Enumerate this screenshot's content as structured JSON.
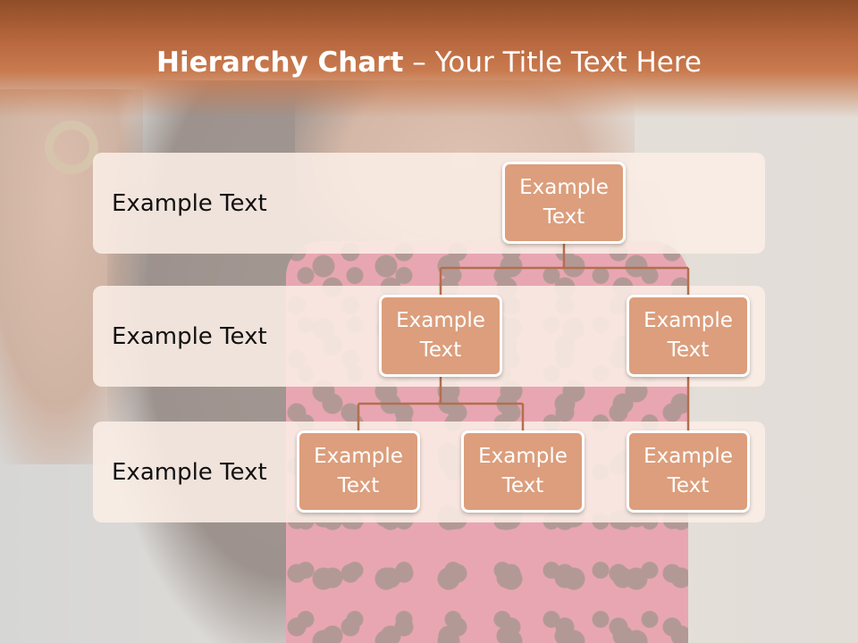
{
  "title": {
    "bold": "Hierarchy Chart",
    "rest": " – Your Title Text Here"
  },
  "levels": [
    {
      "label": "Example Text"
    },
    {
      "label": "Example Text"
    },
    {
      "label": "Example Text"
    }
  ],
  "nodes": {
    "root": "Example Text",
    "left": "Example Text",
    "right": "Example Text",
    "left_child_1": "Example Text",
    "left_child_2": "Example Text",
    "right_child_1": "Example Text"
  },
  "colors": {
    "title_band": "#b8673e",
    "node_fill": "#dc9e7c",
    "connector": "#b36f4e",
    "level_band": "#faeee6"
  }
}
